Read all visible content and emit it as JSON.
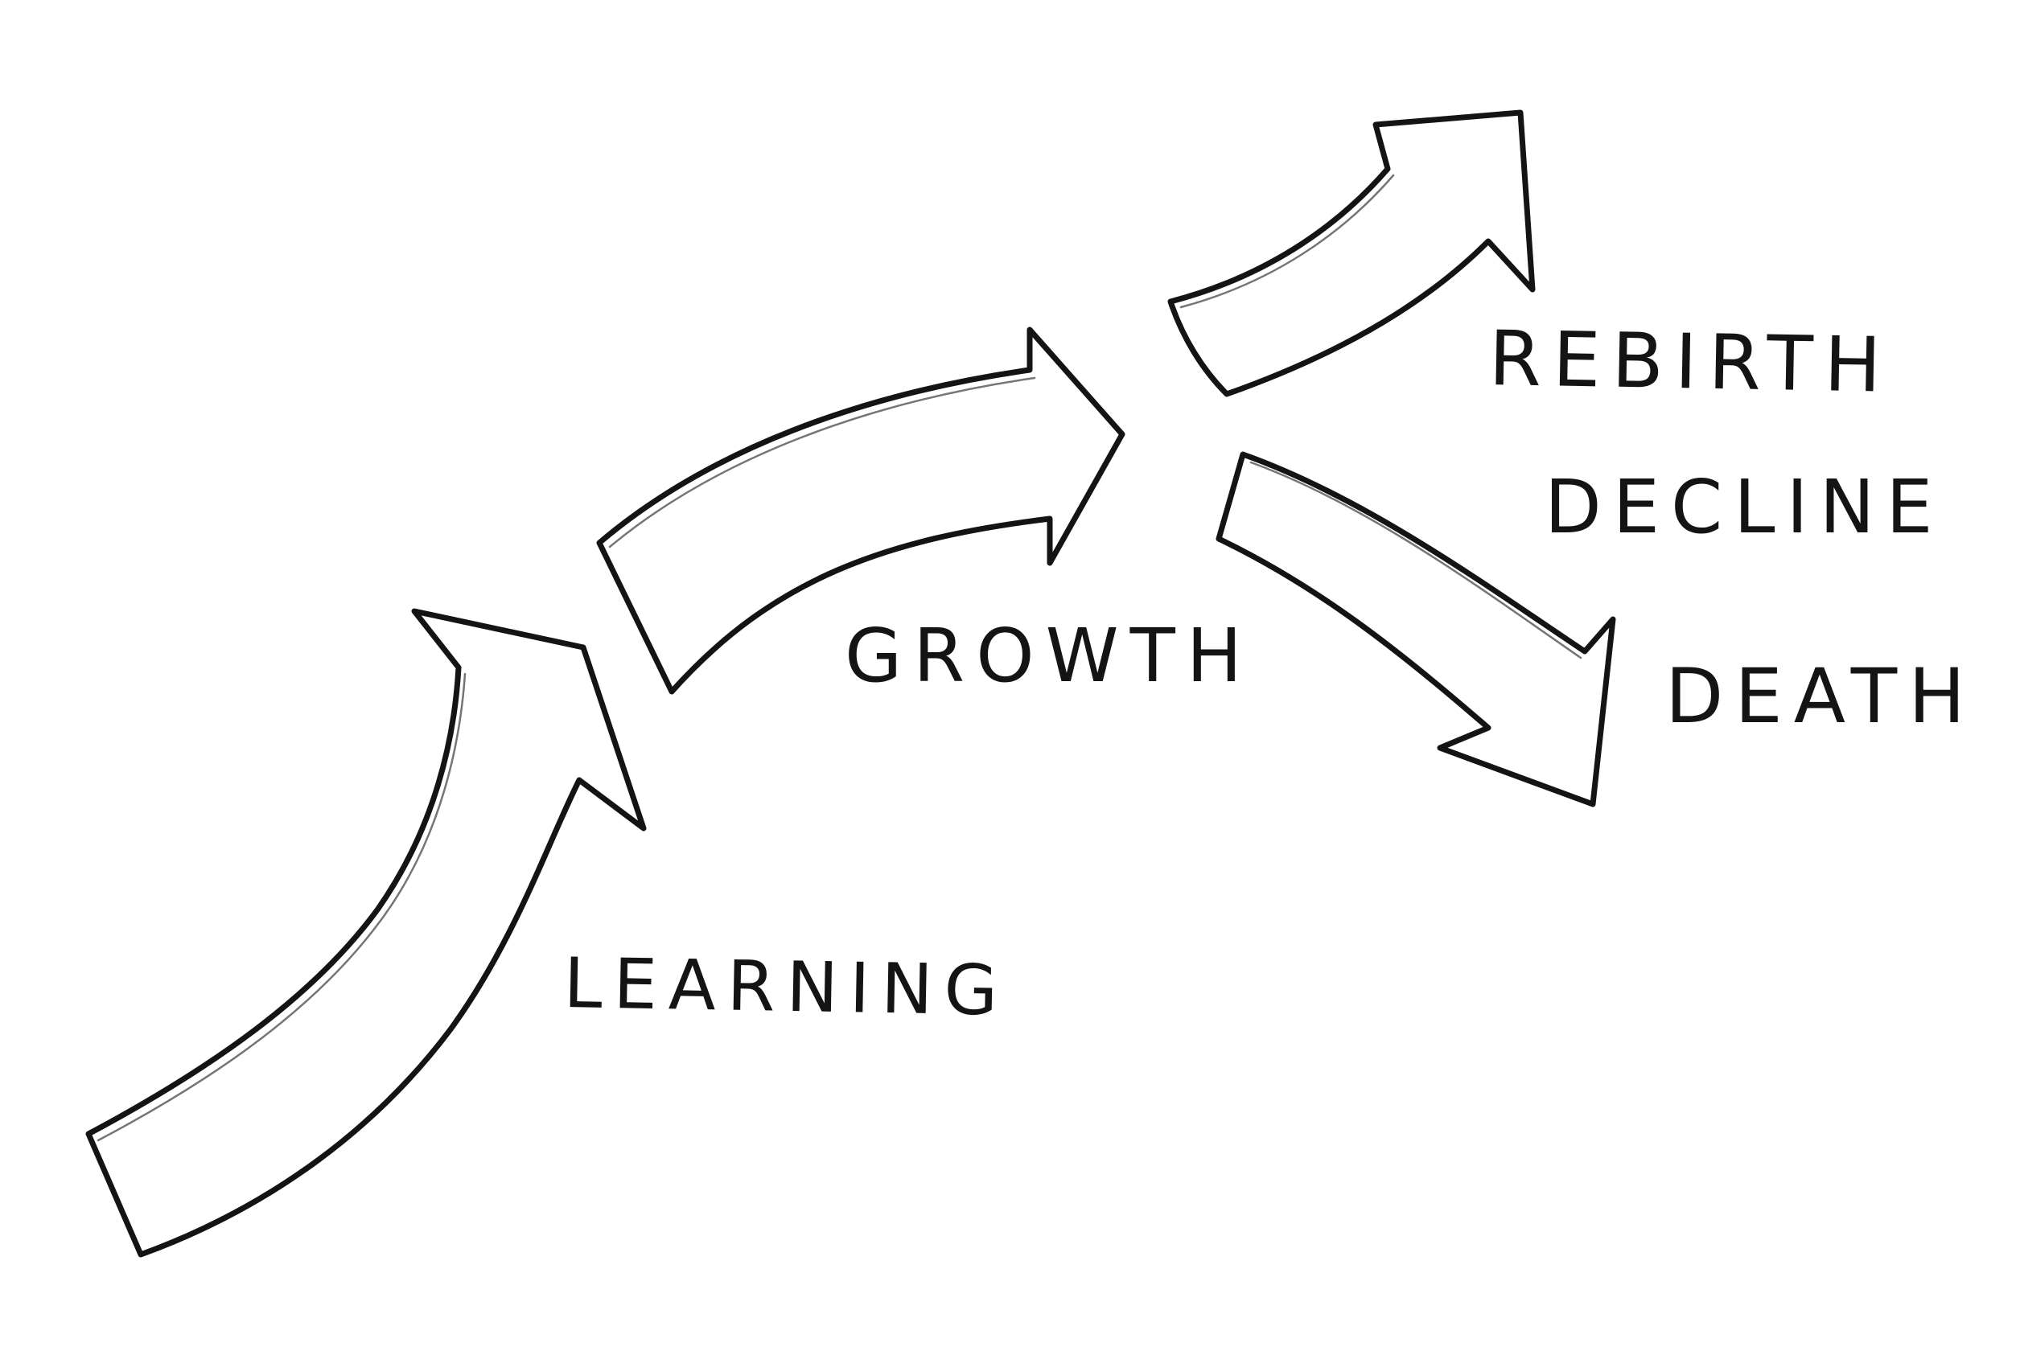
{
  "diagram": {
    "stages": [
      {
        "id": "learning",
        "label": "LEARNING"
      },
      {
        "id": "growth",
        "label": "GROWTH"
      },
      {
        "id": "rebirth",
        "label": "REBIRTH"
      },
      {
        "id": "decline",
        "label": "DECLINE"
      },
      {
        "id": "death",
        "label": "DEATH"
      }
    ],
    "colors": {
      "ink": "#141414",
      "paper": "#ffffff"
    }
  }
}
